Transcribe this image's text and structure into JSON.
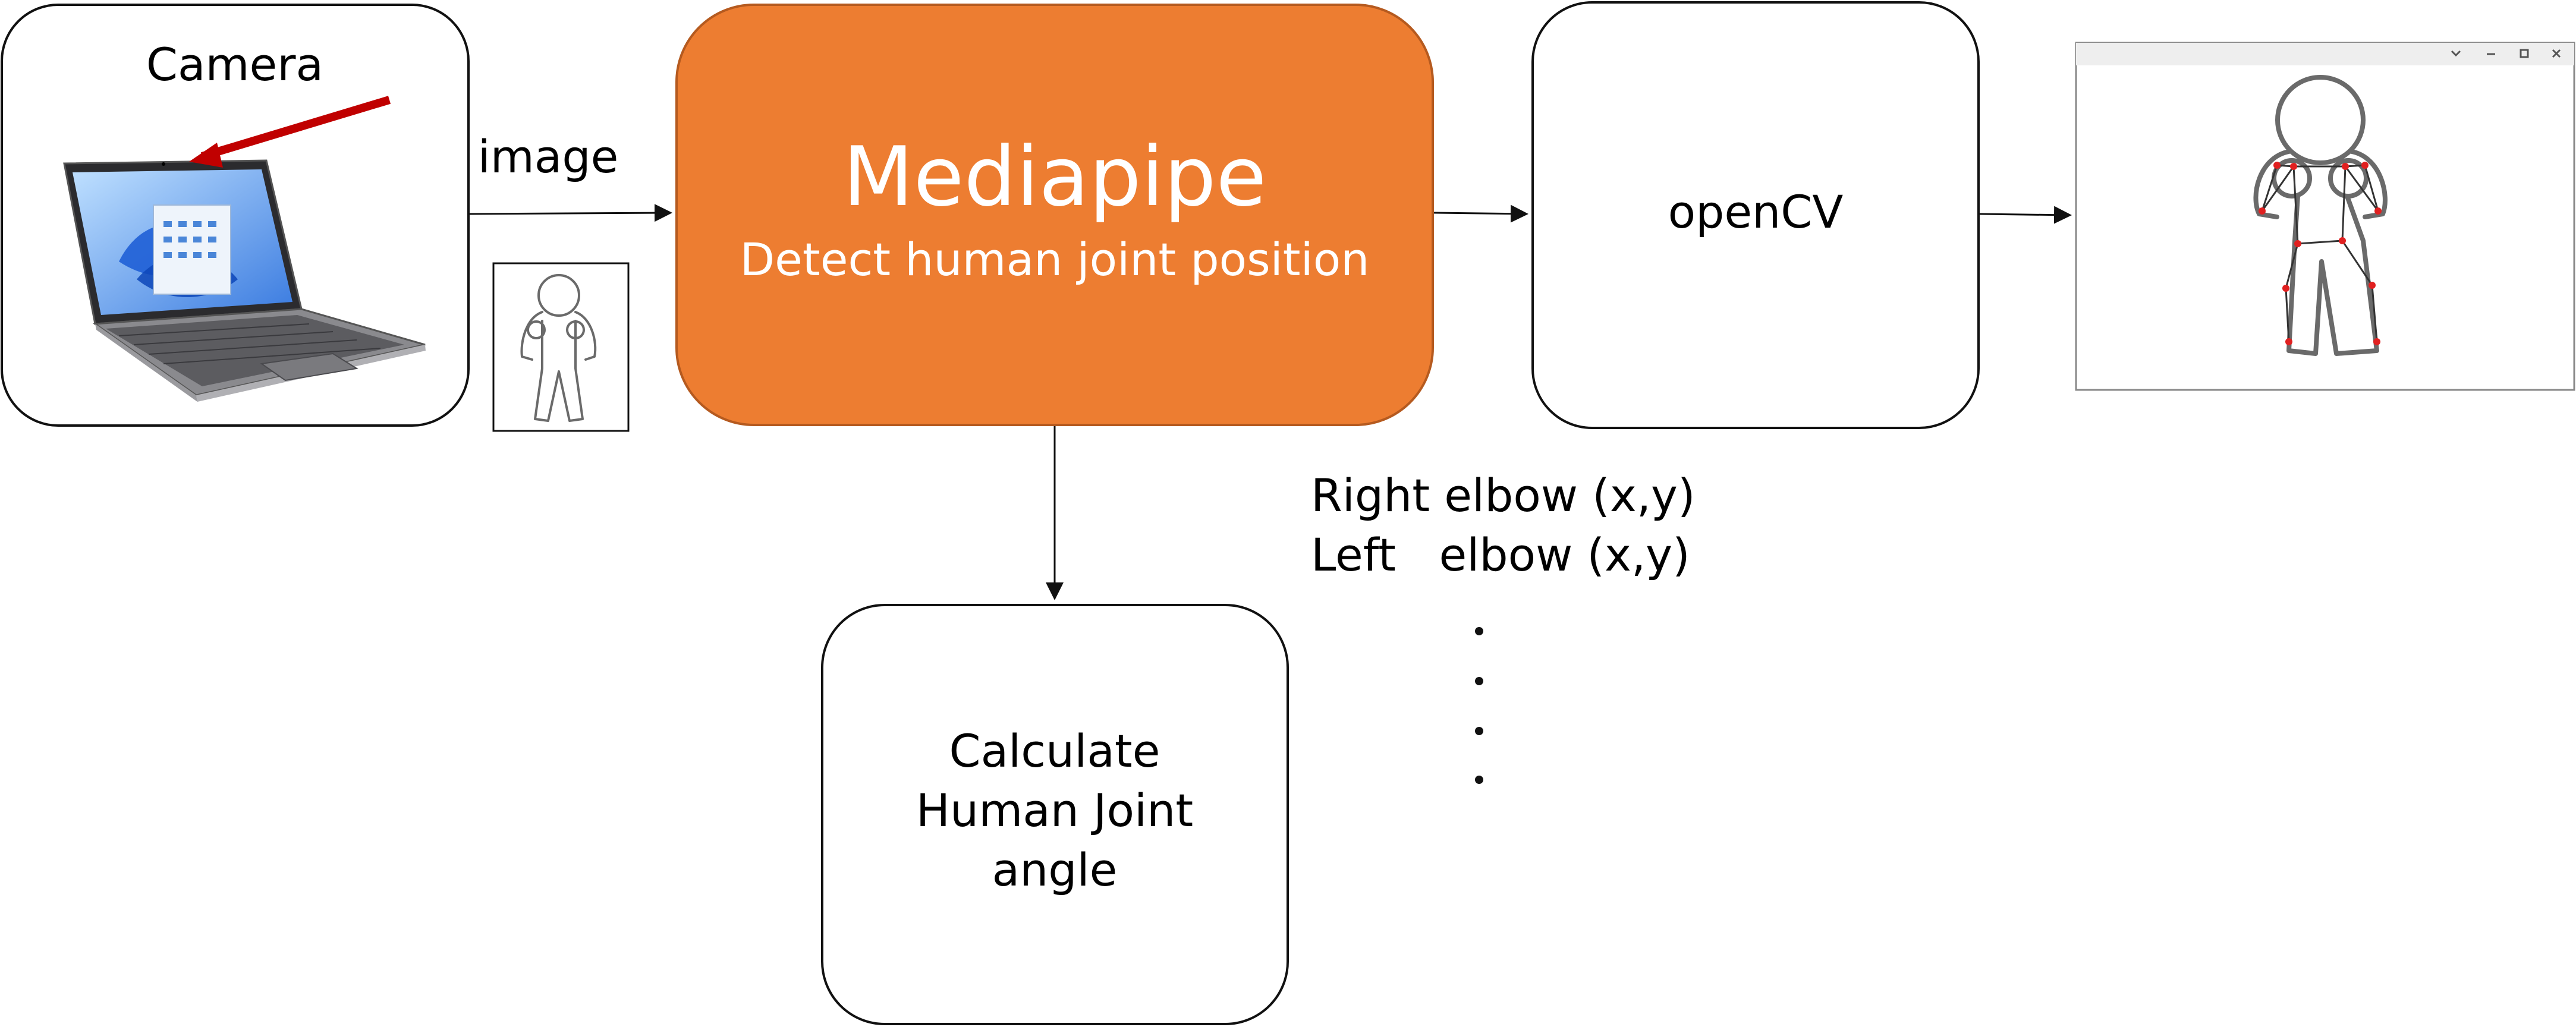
{
  "camera": {
    "label": "Camera"
  },
  "edges": {
    "image_label": "image"
  },
  "mediapipe": {
    "title": "Mediapipe",
    "subtitle": "Detect human joint position",
    "fill": "#ED7D31",
    "stroke": "#B55A1F"
  },
  "opencv": {
    "label": "openCV"
  },
  "calculate": {
    "line1": "Calculate",
    "line2": "Human Joint",
    "line3": "angle"
  },
  "joints": {
    "line1": "Right elbow (x,y)",
    "line2": "Left   elbow (x,y)"
  },
  "colors": {
    "arrow_red": "#C00000",
    "joint_dot": "#E02020",
    "outline": "#111111"
  }
}
